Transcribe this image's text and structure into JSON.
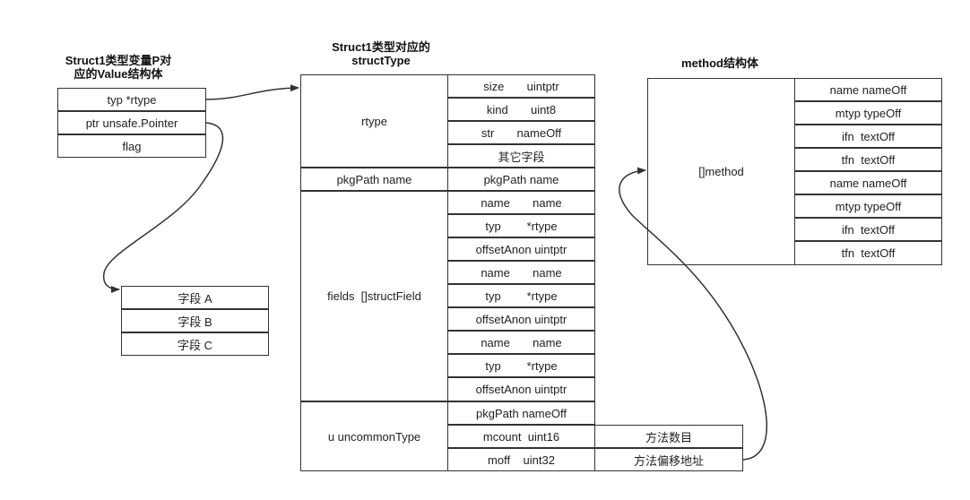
{
  "value_struct": {
    "title_line1": "Struct1类型变量P对",
    "title_line2": "应的Value结构体",
    "rows": [
      "typ *rtype",
      "ptr unsafe.Pointer",
      "flag"
    ]
  },
  "pointed_fields": [
    "字段 A",
    "字段 B",
    "字段 C"
  ],
  "struct_type": {
    "title_line1": "Struct1类型对应的",
    "title_line2": "structType",
    "groups": {
      "rtype": "rtype",
      "pkgpath": "pkgPath name",
      "fields": "fields  []structField",
      "uncommon": "u uncommonType"
    },
    "rtype_rows": [
      "size       uintptr",
      "kind       uint8",
      "str       nameOff",
      "其它字段"
    ],
    "pkgpath_row": "pkgPath name",
    "field_rows": [
      "name       name",
      "typ        *rtype",
      "offsetAnon uintptr",
      "name       name",
      "typ        *rtype",
      "offsetAnon uintptr",
      "name       name",
      "typ        *rtype",
      "offsetAnon uintptr"
    ],
    "uncommon_rows": [
      "pkgPath nameOff",
      "mcount  uint16",
      "moff    uint32"
    ],
    "uncommon_extra": [
      "方法数目",
      "方法偏移地址"
    ]
  },
  "method_struct": {
    "title": "method结构体",
    "label": "[]method",
    "rows": [
      "name nameOff",
      "mtyp typeOff",
      "ifn  textOff",
      "tfn  textOff",
      "name nameOff",
      "mtyp typeOff",
      "ifn  textOff",
      "tfn  textOff"
    ]
  }
}
